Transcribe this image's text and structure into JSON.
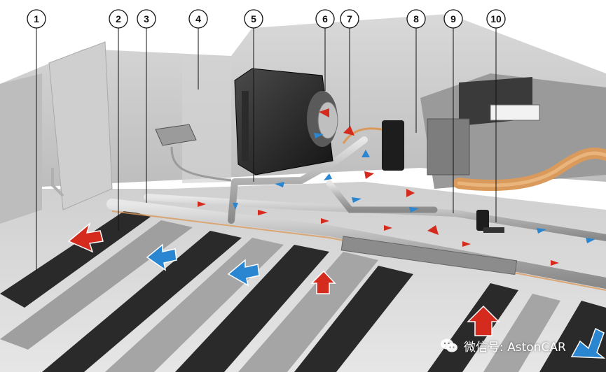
{
  "callouts": [
    "1",
    "2",
    "3",
    "4",
    "5",
    "6",
    "7",
    "8",
    "9",
    "10"
  ],
  "watermark": {
    "text": "微信号: AstonCAR",
    "icon": "wechat-icon"
  },
  "colors": {
    "hot_flow": "#d42b1e",
    "cold_flow": "#2a86d1",
    "background": "#ffffff",
    "housing": "#c9c9c9",
    "cooling_plate": "#2a2a2a",
    "pipe": "#b8b8b8",
    "hose": "#d99a5b"
  }
}
